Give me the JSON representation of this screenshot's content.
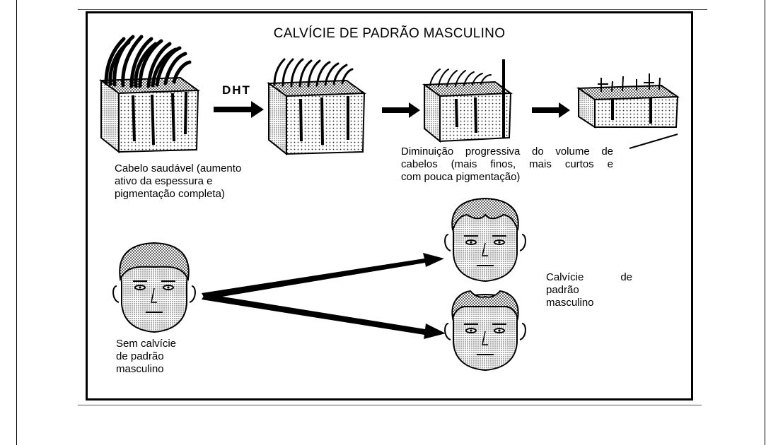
{
  "diagram": {
    "title": "CALVÍCIE DE PADRÃO MASCULINO",
    "hormone_label": "DHT",
    "captions": {
      "healthy_hair": [
        "Cabelo saudável (aumento",
        "ativo da espessura e",
        "pigmentação completa)"
      ],
      "progressive_loss": [
        "Diminuição progressiva do volume de",
        "cabelos (mais finos, mais curtos e",
        "com pouca pigmentação)"
      ],
      "no_baldness": [
        "Sem calvície",
        "de padrão",
        "masculino"
      ],
      "pattern_baldness": [
        "Calvície de",
        "padrão",
        "masculino"
      ]
    }
  }
}
